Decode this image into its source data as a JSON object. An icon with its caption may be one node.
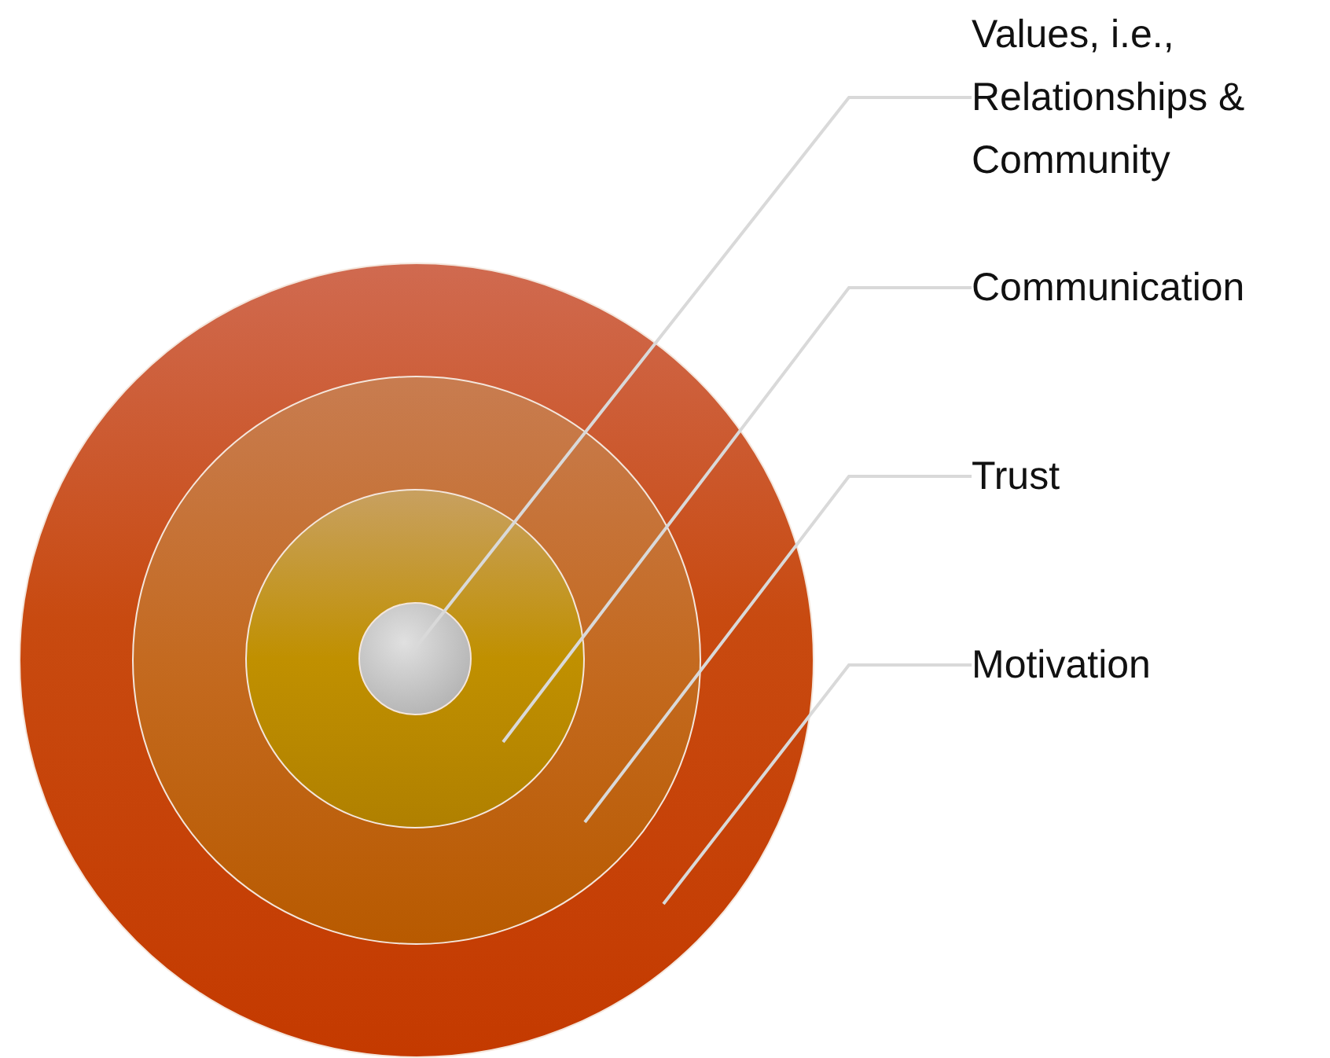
{
  "diagram": {
    "nodes": [
      {
        "text": [],
        "shape": "circle"
      },
      {
        "text": [],
        "shape": "circle",
        "in": 0
      },
      {
        "text": [],
        "shape": "circle",
        "in": 1
      },
      {
        "text": [],
        "shape": "circle",
        "in": 2
      },
      {
        "text": [
          "Values, i.e., Relationships & Community"
        ]
      },
      {
        "text": [
          "Communication"
        ]
      },
      {
        "text": [
          "Trust"
        ]
      },
      {
        "text": [
          "Motivation"
        ]
      }
    ],
    "edges": [
      {
        "from": 4,
        "to": 3,
        "arrow": "none"
      },
      {
        "from": 5,
        "to": 2,
        "arrow": "none"
      },
      {
        "from": 6,
        "to": 1,
        "arrow": "none"
      },
      {
        "from": 7,
        "to": 0,
        "arrow": "none"
      }
    ]
  }
}
